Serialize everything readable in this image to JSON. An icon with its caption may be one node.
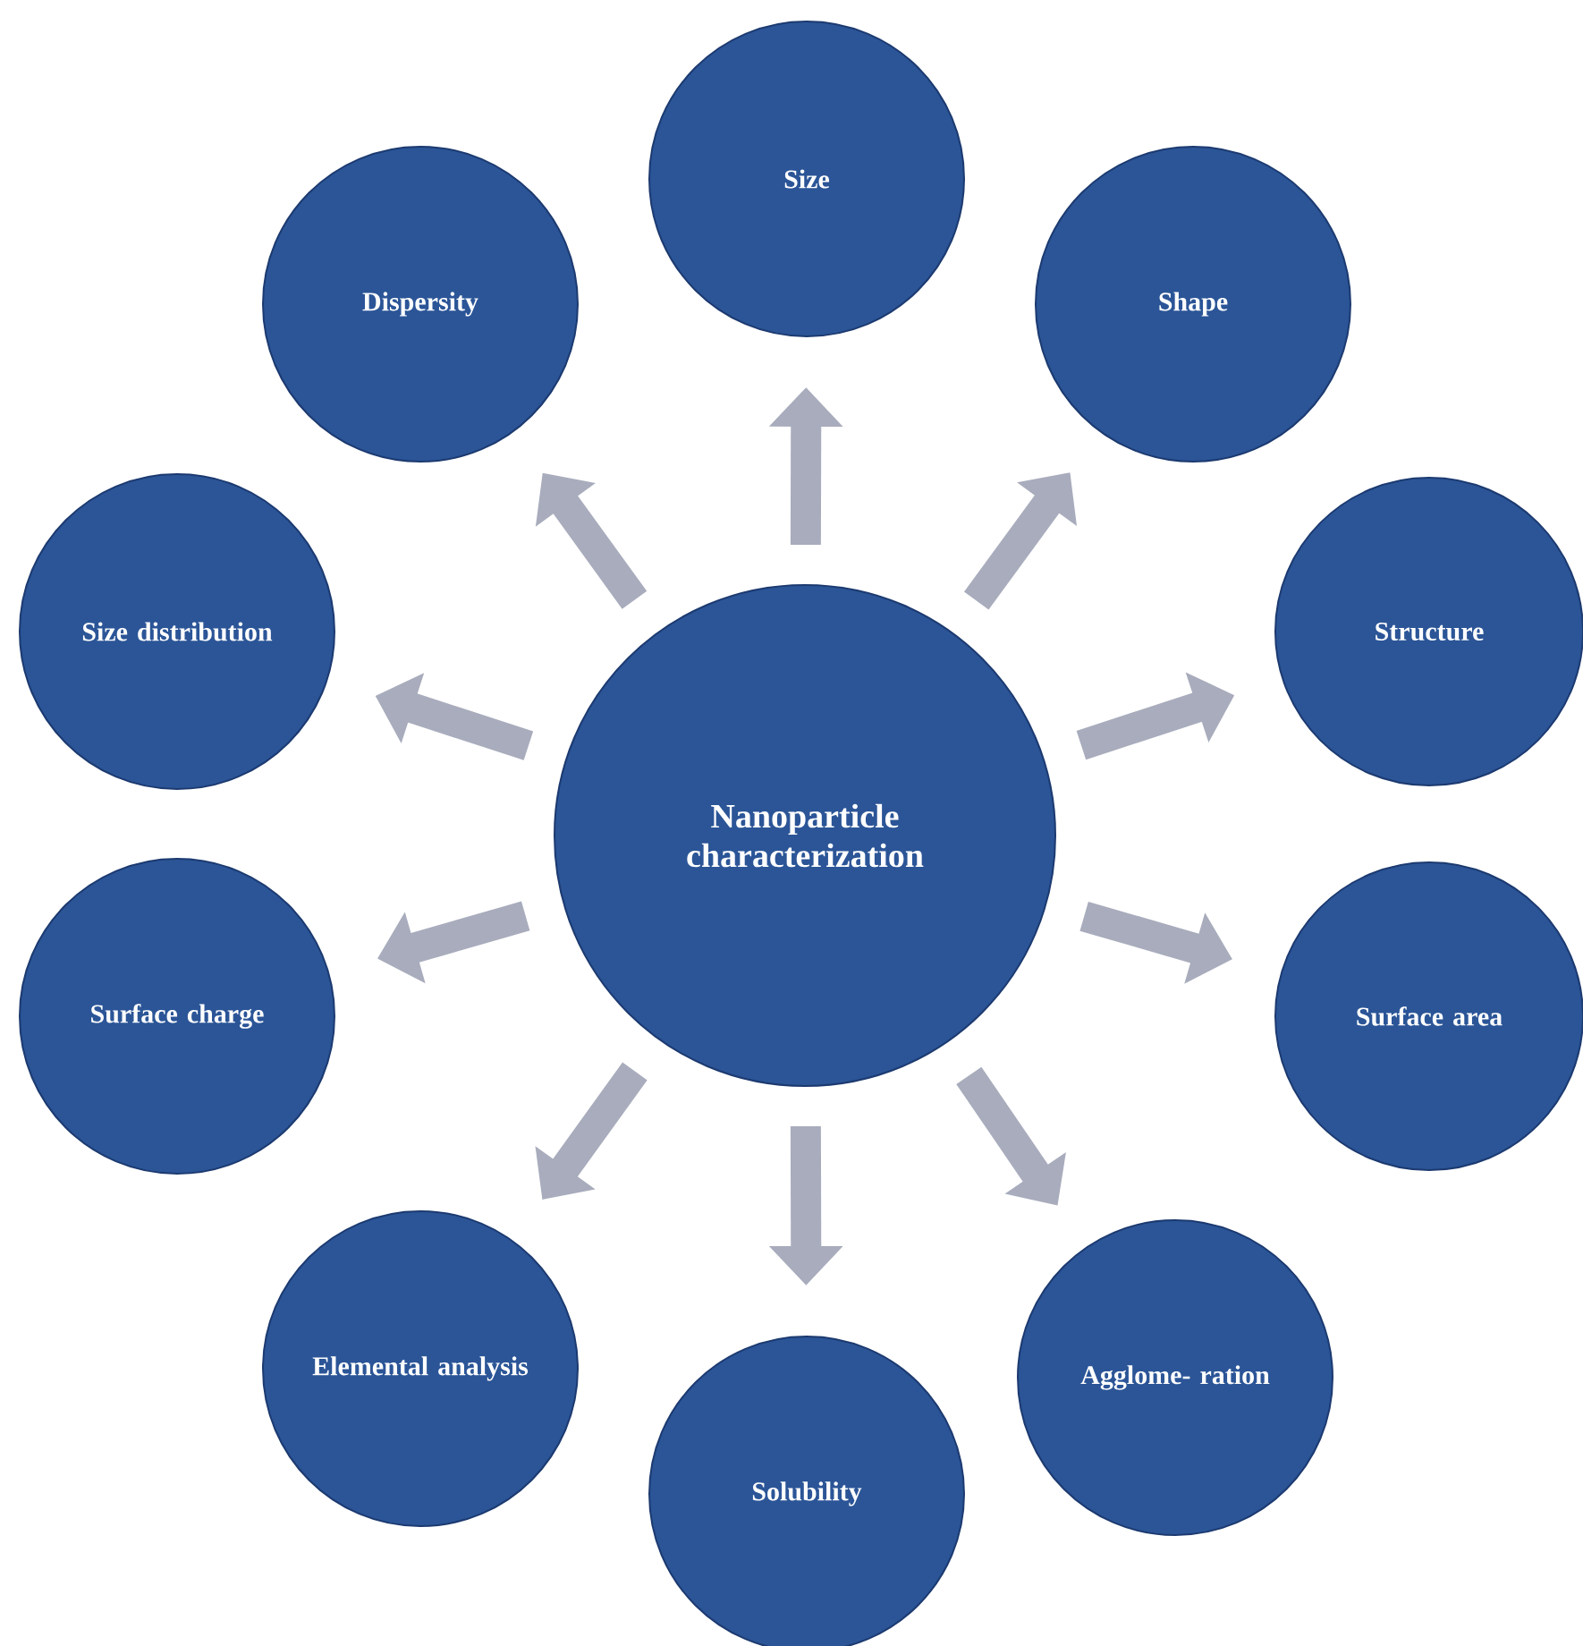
{
  "diagram": {
    "nodes": [
      {
        "text": [
          "Nanoparticle characterization"
        ]
      },
      {
        "text": [
          "Size"
        ]
      },
      {
        "text": [
          "Shape"
        ]
      },
      {
        "text": [
          "Structure"
        ]
      },
      {
        "text": [
          "Surface area"
        ]
      },
      {
        "text": [
          "Agglome- ration"
        ]
      },
      {
        "text": [
          "Solubility"
        ]
      },
      {
        "text": [
          "Elemental analysis"
        ]
      },
      {
        "text": [
          "Surface charge"
        ]
      },
      {
        "text": [
          "Size distribution"
        ]
      },
      {
        "text": [
          "Dispersity"
        ]
      }
    ],
    "edges": [
      {
        "from": 0,
        "to": 1,
        "arrow": "to"
      },
      {
        "from": 0,
        "to": 2,
        "arrow": "to"
      },
      {
        "from": 0,
        "to": 3,
        "arrow": "to"
      },
      {
        "from": 0,
        "to": 4,
        "arrow": "to"
      },
      {
        "from": 0,
        "to": 5,
        "arrow": "to"
      },
      {
        "from": 0,
        "to": 6,
        "arrow": "to"
      },
      {
        "from": 0,
        "to": 7,
        "arrow": "to"
      },
      {
        "from": 0,
        "to": 8,
        "arrow": "to"
      },
      {
        "from": 0,
        "to": 9,
        "arrow": "to"
      },
      {
        "from": 0,
        "to": 10,
        "arrow": "to"
      }
    ]
  }
}
